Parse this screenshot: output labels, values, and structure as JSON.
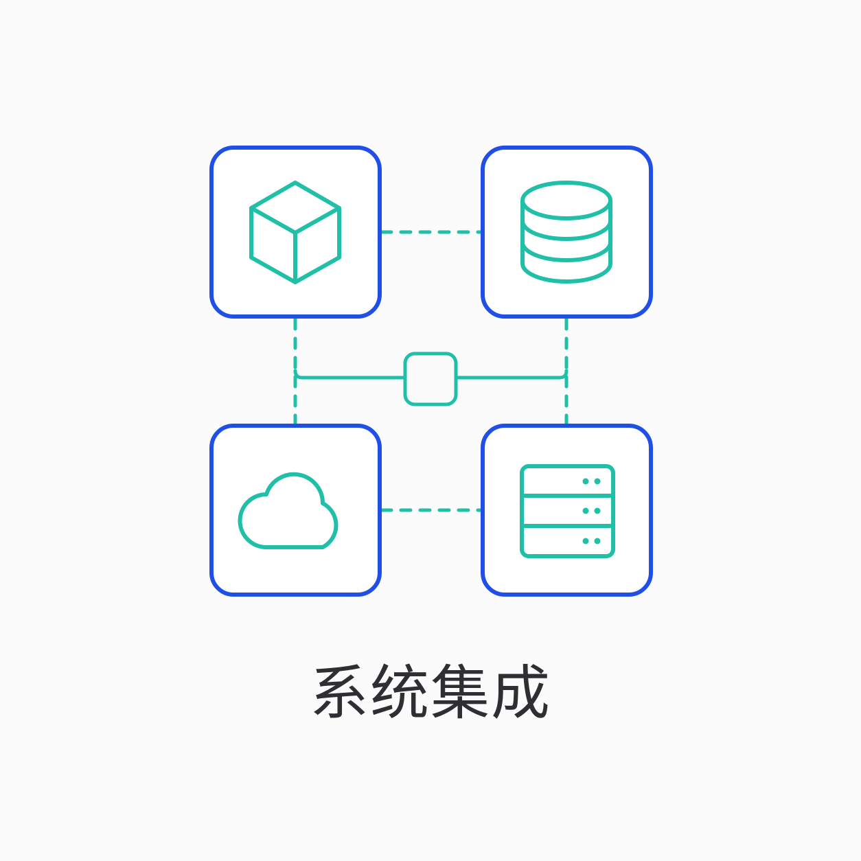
{
  "title": "系统集成",
  "colors": {
    "background": "#fbfbfc",
    "frame": "#1f4fe6",
    "icon": "#1fbfa8",
    "text": "#2f2f33"
  },
  "nodes": [
    {
      "name": "cube-node",
      "icon": "cube-icon"
    },
    {
      "name": "database-node",
      "icon": "database-icon"
    },
    {
      "name": "cloud-node",
      "icon": "cloud-icon"
    },
    {
      "name": "server-node",
      "icon": "server-icon"
    }
  ],
  "connections": [
    {
      "from": "cube-node",
      "to": "database-node",
      "style": "dashed"
    },
    {
      "from": "cloud-node",
      "to": "server-node",
      "style": "dashed"
    },
    {
      "from": "cube-node",
      "to": "cloud-node",
      "style": "dashed"
    },
    {
      "from": "database-node",
      "to": "server-node",
      "style": "dashed"
    },
    {
      "from": "left-link",
      "to": "right-link",
      "style": "solid",
      "via": "hub-node"
    }
  ]
}
